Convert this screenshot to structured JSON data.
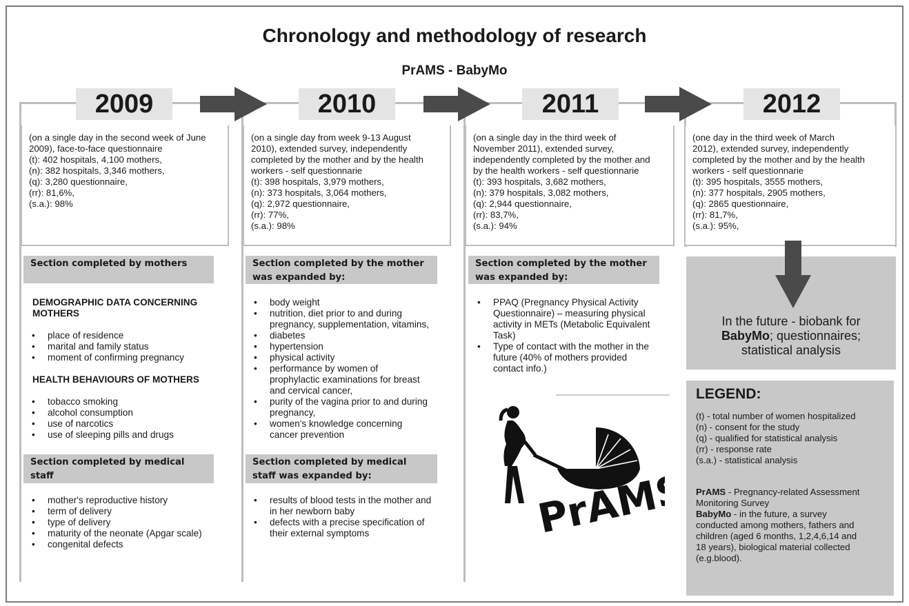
{
  "title": "Chronology and methodology of research",
  "subtitle": "PrAMS - BabyMo",
  "years": [
    "2009",
    "2010",
    "2011",
    "2012"
  ],
  "summaries": [
    [
      "(on a single day in the second week of June",
      "2009), face-to-face questionnaire",
      "(t): 402 hospitals, 4,100 mothers,",
      "(n): 382 hospitals, 3,346 mothers,",
      "(q): 3,280 questionnaire,",
      "(rr): 81,6%,",
      "(s.a.): 98%"
    ],
    [
      "(on a single day from week 9-13 August",
      "2010), extended survey, independently",
      "completed by the mother and by the health",
      "workers - self questionnarie",
      "(t): 398 hospitals, 3,979 mothers,",
      "(n): 373 hospitals, 3,064 mothers,",
      "(q):  2,972 questionnaire,",
      "(rr): 77%,",
      "(s.a.): 98%"
    ],
    [
      "(on a single day in the third week of",
      "November 2011), extended survey,",
      "independently completed by the mother and",
      "by the health workers - self questionnarie",
      "(t): 393 hospitals, 3,682 mothers,",
      "(n): 379 hospitals, 3,082 mothers,",
      "(q): 2,944 questionnaire,",
      "(rr): 83,7%,",
      "(s.a.): 94%"
    ],
    [
      "(one day in the third week of March",
      "2012), extended survey, independently",
      "completed by the mother and by the health",
      "workers - self questionnarie",
      "(t): 395 hospitals, 3555 mothers,",
      "(n): 377 hospitals, 2905 mothers,",
      "(q): 2865 questionnaire,",
      "(rr): 81,7%,",
      "(s.a.): 95%,"
    ]
  ],
  "col2009": {
    "mothers_header": "Section completed by mothers",
    "demo_heading": [
      "DEMOGRAPHIC DATA CONCERNING",
      "MOTHERS"
    ],
    "demo_items": [
      "place of residence",
      "marital and family status",
      "moment of confirming pregnancy"
    ],
    "health_heading": "HEALTH BEHAVIOURS OF MOTHERS",
    "health_items": [
      "tobacco smoking",
      "alcohol consumption",
      "use of narcotics",
      "use of sleeping pills and drugs"
    ],
    "staff_header": [
      "Section completed by medical",
      "staff"
    ],
    "staff_items": [
      "mother's reproductive history",
      "term of delivery",
      "type of delivery",
      "maturity of the neonate (Apgar scale)",
      "congenital defects"
    ]
  },
  "col2010": {
    "mother_header": [
      "Section completed by the mother",
      "was expanded by:"
    ],
    "mother_items": [
      [
        "body weight"
      ],
      [
        "nutrition, diet prior to and during",
        "pregnancy, supplementation, vitamins,"
      ],
      [
        "diabetes"
      ],
      [
        "hypertension"
      ],
      [
        "physical activity"
      ],
      [
        "performance by women of",
        "prophylactic examinations for breast",
        "and cervical cancer,"
      ],
      [
        "purity of the vagina prior to and during",
        "pregnancy,"
      ],
      [
        "women's knowledge concerning",
        "cancer prevention"
      ]
    ],
    "staff_header": [
      "Section completed by medical",
      "staff was expanded by:"
    ],
    "staff_items": [
      [
        "results of blood tests in the mother and",
        "in her newborn baby"
      ],
      [
        "defects with a precise specification of",
        "their external symptoms"
      ]
    ]
  },
  "col2011": {
    "mother_header": [
      "Section completed by the mother",
      "was expanded by:"
    ],
    "mother_items": [
      [
        "PPAQ (Pregnancy Physical Activity",
        "Questionnaire) – measuring physical",
        "activity in METs (Metabolic Equivalent",
        "Task)"
      ],
      [
        "Type of contact with the mother in the",
        "future (40% of mothers provided",
        "contact info.)"
      ]
    ],
    "logo_text": "PrAMS"
  },
  "future": {
    "line1": "In the future - biobank for",
    "bold": "BabyMo",
    "line2_rest": "; questionnaires;",
    "line3": "statistical analysis"
  },
  "legend": {
    "title": "LEGEND:",
    "items": [
      "(t) - total number of women hospitalized",
      "(n) - consent for the study",
      "(q) - qualified for statistical analysis",
      "(rr) - response rate",
      "(s.a.) - statistical analysis"
    ],
    "prams_bold": "PrAMS",
    "prams_rest": " - Pregnancy-related Assessment",
    "prams_line2": "Monitoring Survey",
    "babymo_bold": "BabyMo",
    "babymo_rest": " - in the future, a survey",
    "babymo_lines": [
      "conducted among mothers, fathers and",
      "children (aged 6 months, 1,2,4,6,14 and",
      "18 years), biological material collected",
      "(e.g.blood)."
    ]
  },
  "colors": {
    "panel_grey": "#c8c8c8",
    "line_grey": "#bdbdbd",
    "arrow_dark": "#4a4a4a"
  }
}
